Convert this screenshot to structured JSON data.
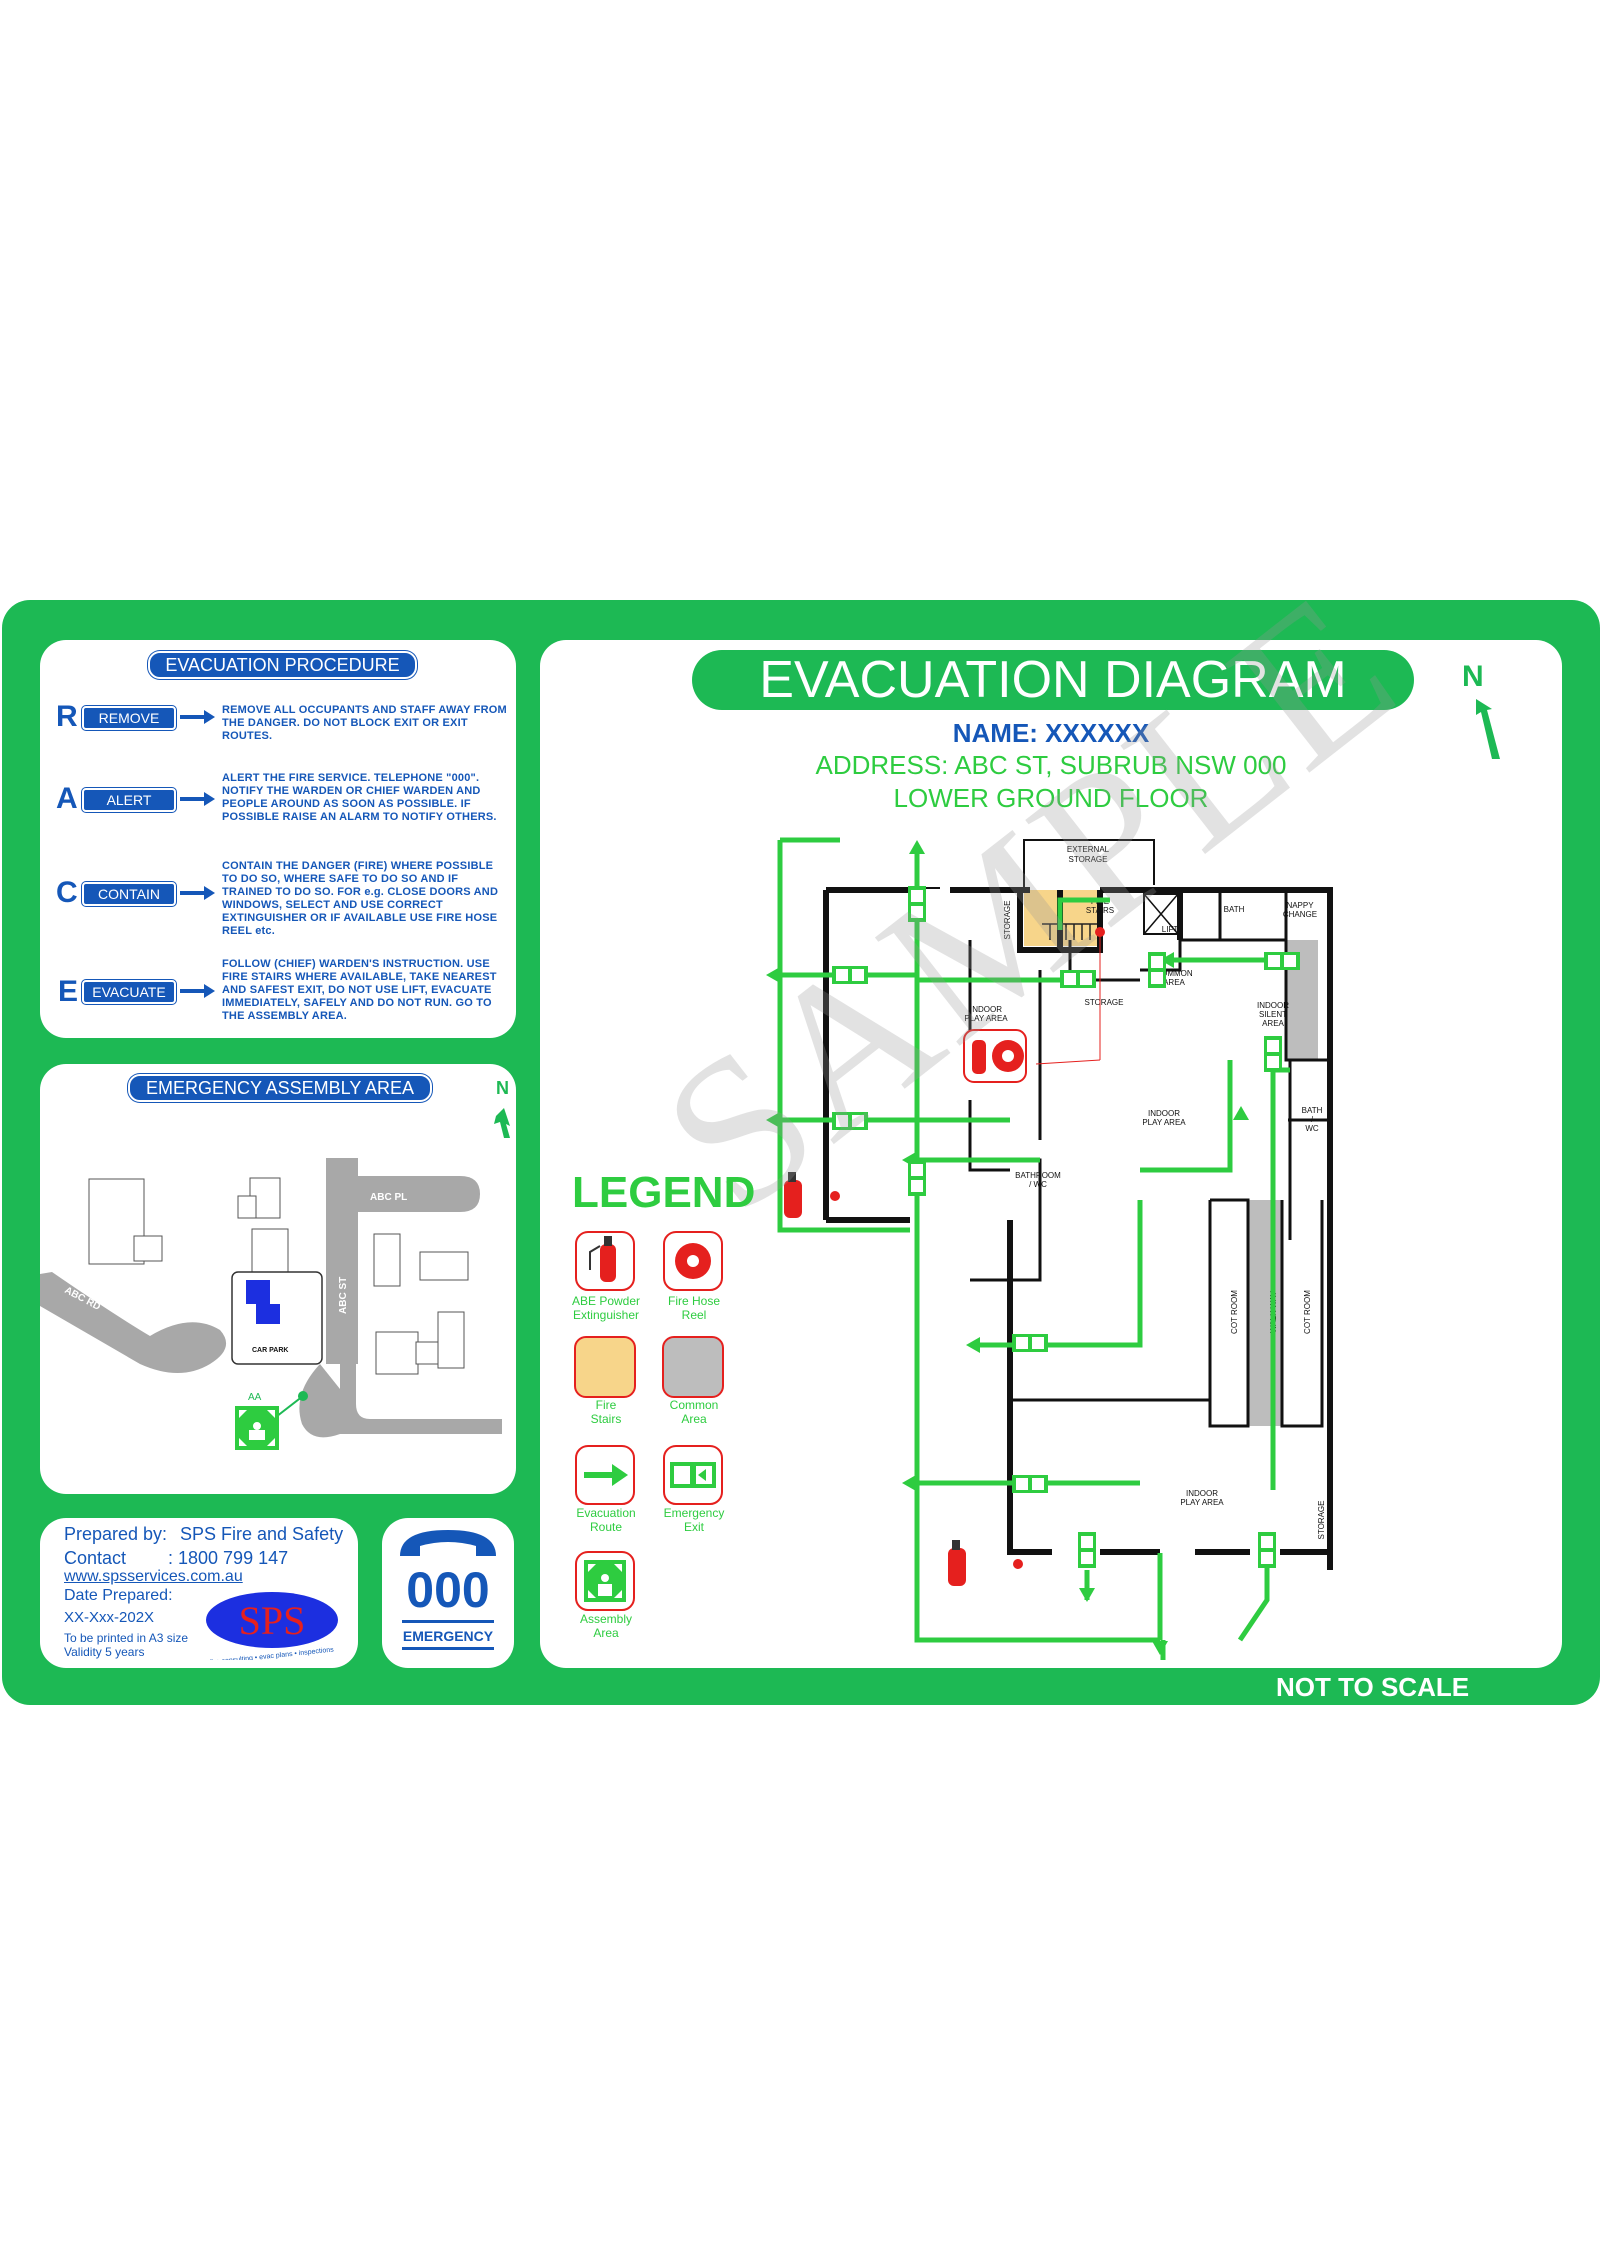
{
  "procedure": {
    "title": "EVACUATION PROCEDURE",
    "steps": [
      {
        "letter": "R",
        "label": "REMOVE",
        "text": "REMOVE ALL OCCUPANTS AND STAFF AWAY FROM THE DANGER. DO NOT BLOCK EXIT OR EXIT ROUTES."
      },
      {
        "letter": "A",
        "label": "ALERT",
        "text": "ALERT THE FIRE SERVICE. TELEPHONE \"000\". NOTIFY THE WARDEN OR CHIEF WARDEN AND PEOPLE AROUND AS SOON AS POSSIBLE. IF POSSIBLE RAISE AN ALARM TO NOTIFY OTHERS."
      },
      {
        "letter": "C",
        "label": "CONTAIN",
        "text": "CONTAIN THE DANGER (FIRE) WHERE POSSIBLE TO DO SO, WHERE SAFE TO DO SO AND IF TRAINED TO DO SO. FOR e.g. CLOSE DOORS AND WINDOWS, SELECT AND USE CORRECT EXTINGUISHER OR IF AVAILABLE USE FIRE HOSE REEL etc."
      },
      {
        "letter": "E",
        "label": "EVACUATE",
        "text": "FOLLOW (CHIEF) WARDEN'S INSTRUCTION. USE FIRE STAIRS WHERE AVAILABLE, TAKE NEAREST AND SAFEST EXIT, DO NOT USE LIFT, EVACUATE IMMEDIATELY, SAFELY AND DO NOT RUN. GO TO THE ASSEMBLY AREA."
      }
    ]
  },
  "assembly": {
    "title": "EMERGENCY ASSEMBLY AREA",
    "north": "N",
    "streets": {
      "pl": "ABC PL",
      "st": "ABC ST",
      "rd": "ABC RD"
    },
    "car_park": "CAR PARK",
    "aa": "AA"
  },
  "prepared": {
    "by_label": "Prepared by:",
    "by_value": "SPS Fire and Safety",
    "contact_label": "Contact",
    "contact_value": ": 1800 799 147",
    "website": "www.spsservices.com.au",
    "date_label": "Date Prepared:",
    "date_value": "XX-Xxx-202X",
    "print_note": "To be printed in A3 size",
    "validity": "Validity 5 years",
    "logo_text": "SPS",
    "logo_tagline": "fire consulting • evac plans • inspections"
  },
  "emergency": {
    "number": "000",
    "label": "EMERGENCY"
  },
  "diagram": {
    "title": "EVACUATION DIAGRAM",
    "name": "NAME: XXXXXX",
    "address": "ADDRESS: ABC ST, SUBRUB NSW 000",
    "floor": "LOWER GROUND FLOOR",
    "north": "N",
    "watermark": "SAMPLE",
    "not_to_scale": "NOT TO SCALE",
    "rooms": {
      "external_storage": [
        "EXTERNAL",
        "STORAGE"
      ],
      "storage_a": "STORAGE",
      "fire_stairs": [
        "FIRE",
        "STAIRS"
      ],
      "lift": "LIFT",
      "bath1": "BATH",
      "nappy": [
        "NAPPY",
        "CHANGE"
      ],
      "common": [
        "COMMON",
        "AREA"
      ],
      "storage_b": "STORAGE",
      "indoor_play1": [
        "INDOOR",
        "PLAY AREA"
      ],
      "indoor_silent": [
        "INDOOR",
        "SILENT",
        "AREA"
      ],
      "indoor_play2": [
        "INDOOR",
        "PLAY AREA"
      ],
      "bath_wc": [
        "BATH",
        "/",
        "WC"
      ],
      "bathroom_wc": [
        "BATHROOM",
        "/ WC"
      ],
      "cot1": "COT ROOM",
      "walkway": "WALK WAY",
      "cot2": "COT ROOM",
      "indoor_play3": [
        "INDOOR",
        "PLAY AREA"
      ],
      "storage_c": "STORAGE"
    }
  },
  "legend": {
    "title": "LEGEND",
    "items": [
      {
        "icon": "fire-extinguisher-icon",
        "lines": [
          "ABE Powder",
          "Extinguisher"
        ]
      },
      {
        "icon": "fire-hose-reel-icon",
        "lines": [
          "Fire Hose",
          "Reel"
        ]
      },
      {
        "icon": "fire-stairs-swatch",
        "lines": [
          "Fire",
          "Stairs"
        ]
      },
      {
        "icon": "common-area-swatch",
        "lines": [
          "Common",
          "Area"
        ]
      },
      {
        "icon": "evacuation-route-arrow-icon",
        "lines": [
          "Evacuation",
          "Route"
        ]
      },
      {
        "icon": "emergency-exit-icon",
        "lines": [
          "Emergency",
          "Exit"
        ]
      },
      {
        "icon": "assembly-area-icon",
        "lines": [
          "Assembly",
          "Area"
        ]
      }
    ]
  },
  "colors": {
    "frame_green": "#1db954",
    "route_green": "#2ecc40",
    "procedure_blue": "#1557b8",
    "fire_red": "#e5201e",
    "stairs_fill": "#f7d58a",
    "common_fill": "#bdbdbd"
  }
}
